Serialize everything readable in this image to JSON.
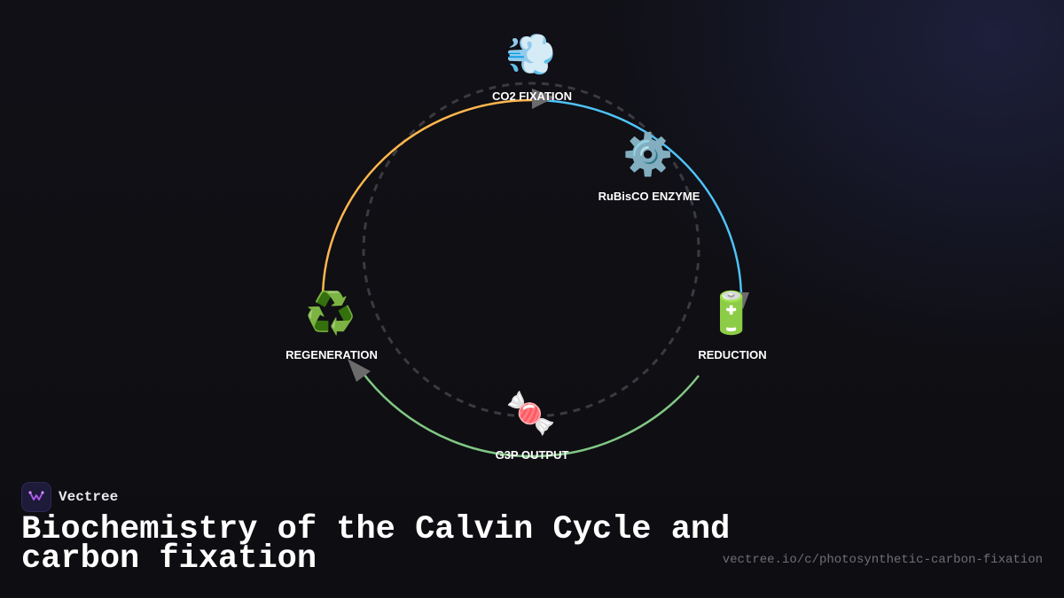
{
  "diagram": {
    "nodes": [
      {
        "id": "co2",
        "icon": "💨",
        "icon_name": "wind-icon",
        "label": "CO2 FIXATION"
      },
      {
        "id": "rubisco",
        "icon": "⚙️",
        "icon_name": "gear-icon",
        "label": "RuBisCO ENZYME"
      },
      {
        "id": "reduction",
        "icon": "🔋",
        "icon_name": "battery-icon",
        "label": "REDUCTION"
      },
      {
        "id": "g3p",
        "icon": "🍬",
        "icon_name": "candy-icon",
        "label": "G3P OUTPUT"
      },
      {
        "id": "regeneration",
        "icon": "♻️",
        "icon_name": "recycle-icon",
        "label": "REGENERATION"
      }
    ],
    "colors": {
      "arc_co2_to_reduction": "#4fc3f7",
      "arc_reduction_to_regeneration": "#81c784",
      "arc_regeneration_to_co2": "#ffb74d",
      "dashed_ring": "#3a3a40",
      "arrowhead": "#6b6b6b"
    }
  },
  "brand": {
    "name": "Vectree",
    "logo_color": "#b15cf0"
  },
  "title": "Biochemistry of the Calvin Cycle and carbon fixation",
  "url": "vectree.io/c/photosynthetic-carbon-fixation"
}
